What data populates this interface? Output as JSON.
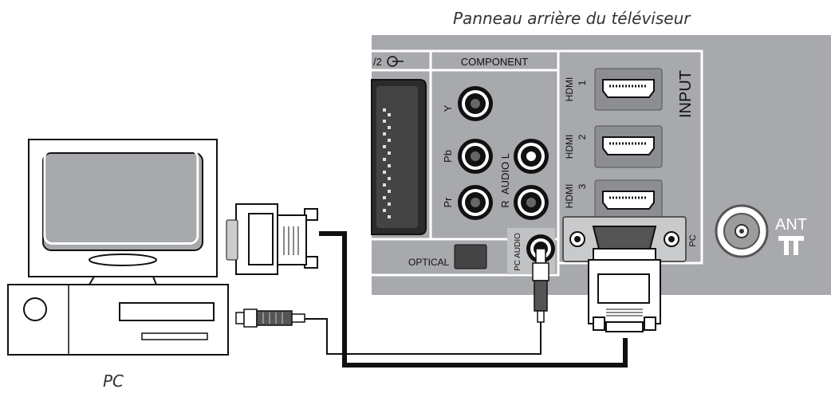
{
  "caption_top": "Panneau arrière du téléviseur",
  "caption_pc": "PC",
  "tv": {
    "av_fragment": "/2",
    "component_header": "COMPONENT",
    "component_y": "Y",
    "component_pb": "Pb",
    "component_pr": "Pr",
    "audio_l": "AUDIO L",
    "audio_r": "R",
    "hdmi_label": "HDMI",
    "hdmi_1": "1",
    "hdmi_2": "2",
    "hdmi_3": "3",
    "input": "INPUT",
    "pc_audio": "PC AUDIO",
    "pc": "PC",
    "optical": "OPTICAL",
    "ant": "ANT"
  }
}
